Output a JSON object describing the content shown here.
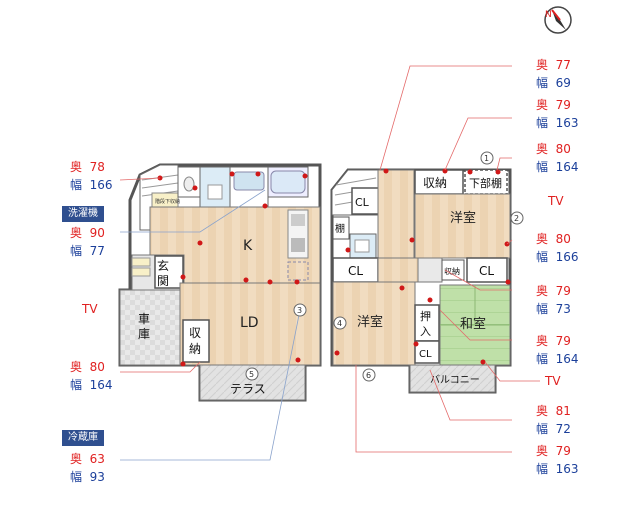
{
  "compass": {
    "north_label": "N"
  },
  "tags": {
    "washer": "洗濯機",
    "fridge": "冷蔵庫"
  },
  "dims_left": [
    {
      "oku_label": "奥",
      "oku": "78",
      "haba_label": "幅",
      "haba": "166"
    },
    {
      "oku_label": "奥",
      "oku": "90",
      "haba_label": "幅",
      "haba": "77"
    },
    {
      "oku_label": "奥",
      "oku": "80",
      "haba_label": "幅",
      "haba": "164"
    },
    {
      "oku_label": "奥",
      "oku": "63",
      "haba_label": "幅",
      "haba": "93"
    }
  ],
  "dims_right": [
    {
      "oku_label": "奥",
      "oku": "77",
      "haba_label": "幅",
      "haba": "69"
    },
    {
      "oku_label": "奥",
      "oku": "79",
      "haba_label": "幅",
      "haba": "163"
    },
    {
      "oku_label": "奥",
      "oku": "80",
      "haba_label": "幅",
      "haba": "164"
    },
    {
      "oku_label": "奥",
      "oku": "80",
      "haba_label": "幅",
      "haba": "166"
    },
    {
      "oku_label": "奥",
      "oku": "79",
      "haba_label": "幅",
      "haba": "73"
    },
    {
      "oku_label": "奥",
      "oku": "79",
      "haba_label": "幅",
      "haba": "164"
    },
    {
      "oku_label": "奥",
      "oku": "81",
      "haba_label": "幅",
      "haba": "72"
    },
    {
      "oku_label": "奥",
      "oku": "79",
      "haba_label": "幅",
      "haba": "163"
    }
  ],
  "tv_labels": [
    "TV",
    "TV",
    "TV"
  ],
  "rooms_1f": {
    "kitchen": "K",
    "living": "LD",
    "entrance": "玄関",
    "garage": "車庫",
    "storage": "収納",
    "terrace": "テラス",
    "pantry_small": "階段下収納"
  },
  "rooms_2f": {
    "cl1": "CL",
    "cl2": "CL",
    "cl3": "CL",
    "cl4": "CL",
    "storage": "収納",
    "lower_shelf": "下部棚",
    "youshitsu_1": "洋室",
    "youshitsu_2": "洋室",
    "washitsu": "和室",
    "oshiire": "押入",
    "storage_small": "収納",
    "shelf": "棚",
    "balcony": "バルコニー"
  },
  "markers": [
    "1",
    "2",
    "3",
    "4",
    "5",
    "6"
  ]
}
